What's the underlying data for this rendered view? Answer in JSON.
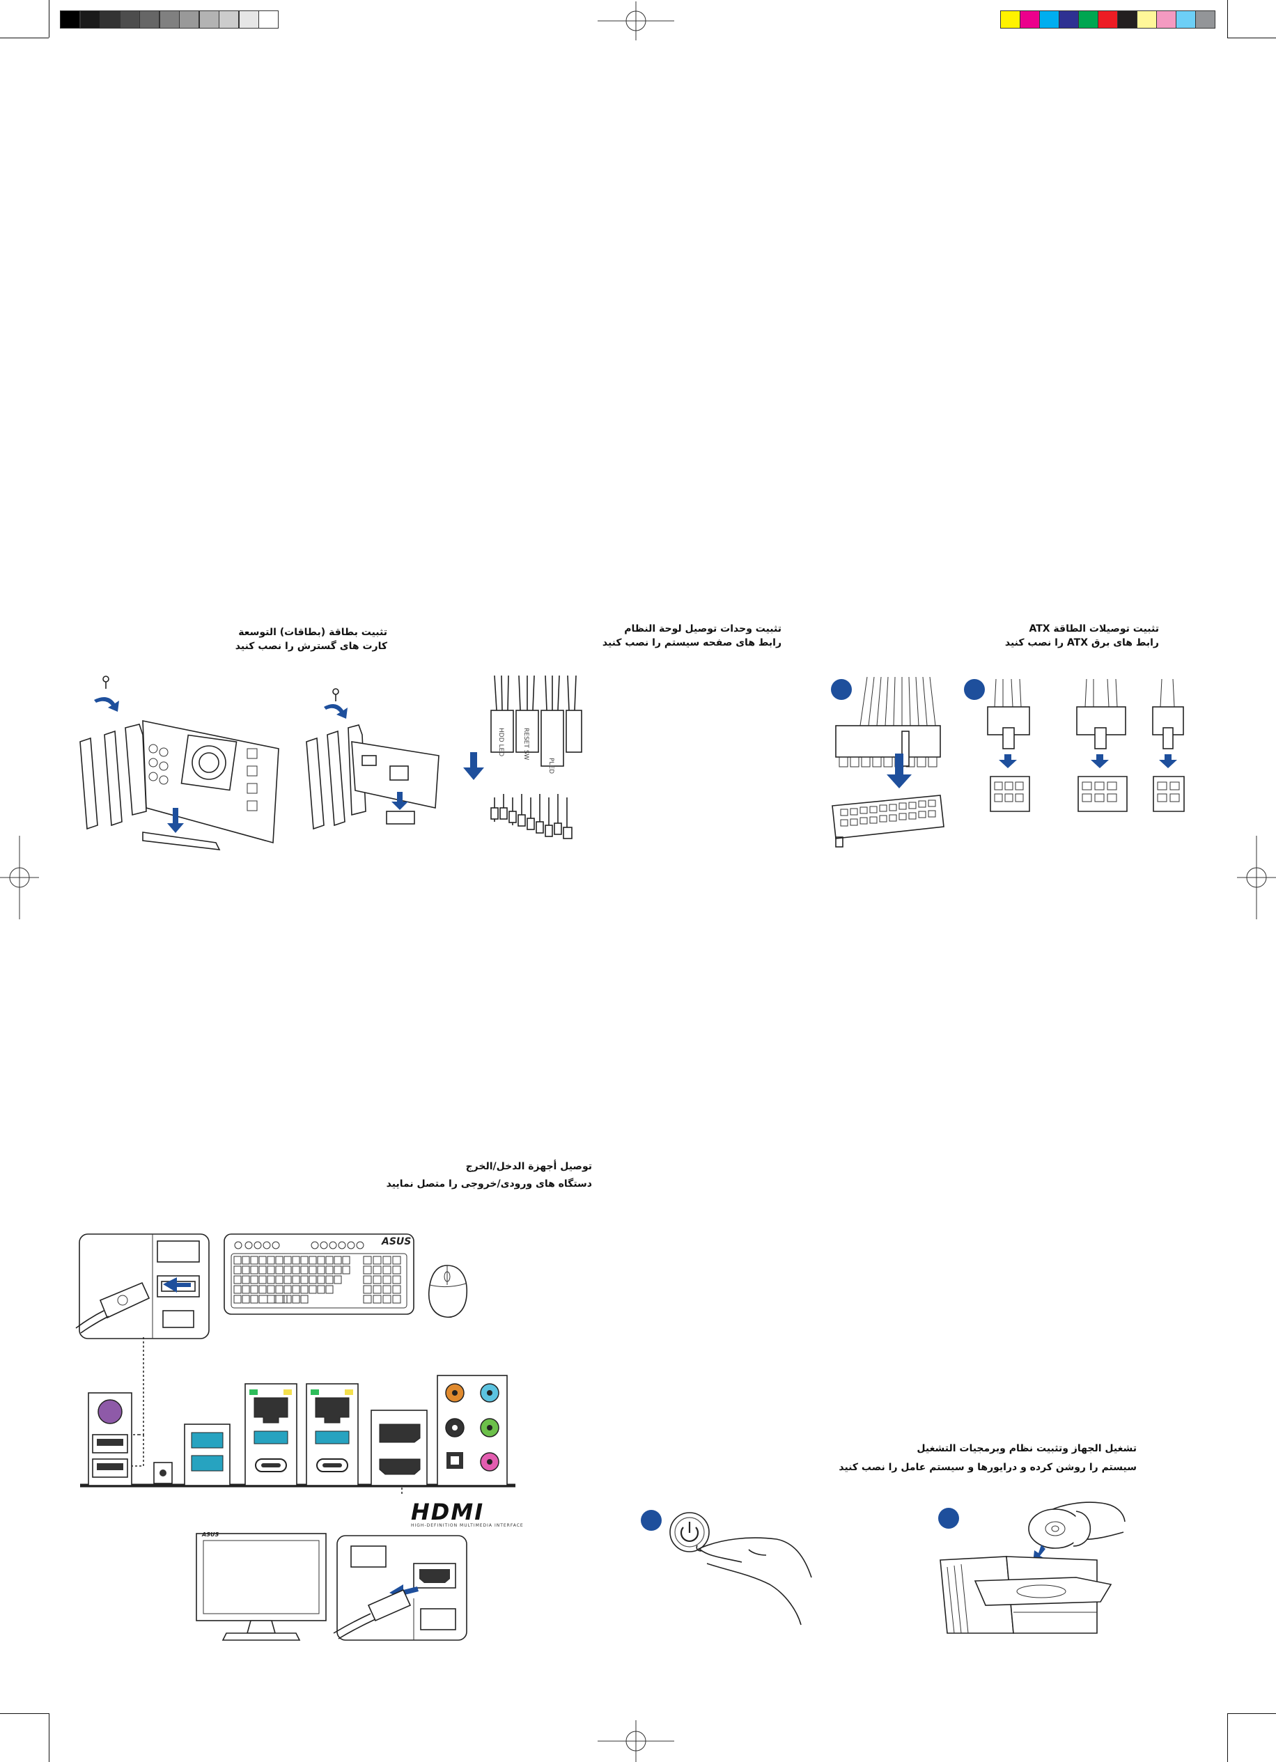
{
  "sections": {
    "expansion": {
      "title_ar": "تثبيت بطاقة (بطاقات) التوسعة",
      "title_fa": "کارت های گسترش را نصب کنید"
    },
    "front_panel": {
      "title_ar": "تثبيت وحدات توصيل لوحة النظام",
      "title_fa": "رابط های صفحه سیستم را نصب کنید",
      "labels": [
        "HDD LED",
        "RESET SW",
        "PLED"
      ]
    },
    "atx_power": {
      "title_ar": "تثبيت توصيلات الطاقة ATX",
      "title_fa": "رابط های برق ATX را نصب کنید"
    },
    "io_devices": {
      "title_ar": "توصيل أجهزة الدخل/الخرج",
      "title_fa": "دستگاه های ورودی/خروجی را متصل نمایید",
      "keyboard_brand": "ASUS",
      "monitor_brand": "ASUS",
      "hdmi_logo": "HDMI",
      "hdmi_tagline": "HIGH-DEFINITION MULTIMEDIA INTERFACE"
    },
    "power_on": {
      "title_ar": "تشغيل الجهاز وتثبيت نظام وبرمجيات التشغيل",
      "title_fa": "سیستم را روشن کرده و درایورها و سیستم عامل را نصب کنید"
    }
  },
  "colors": {
    "accent_blue": "#1e4f9c",
    "color_bar": [
      "#fff200",
      "#ec008c",
      "#00aeef",
      "#2e3192",
      "#00a651",
      "#ed1c24",
      "#231f20",
      "#fff799",
      "#f49ac1",
      "#6dcff6",
      "#939598"
    ],
    "gray_bar": [
      "#000000",
      "#1a1a1a",
      "#333333",
      "#4d4d4d",
      "#666666",
      "#808080",
      "#999999",
      "#b3b3b3",
      "#cccccc",
      "#e6e6e6",
      "#ffffff"
    ]
  }
}
